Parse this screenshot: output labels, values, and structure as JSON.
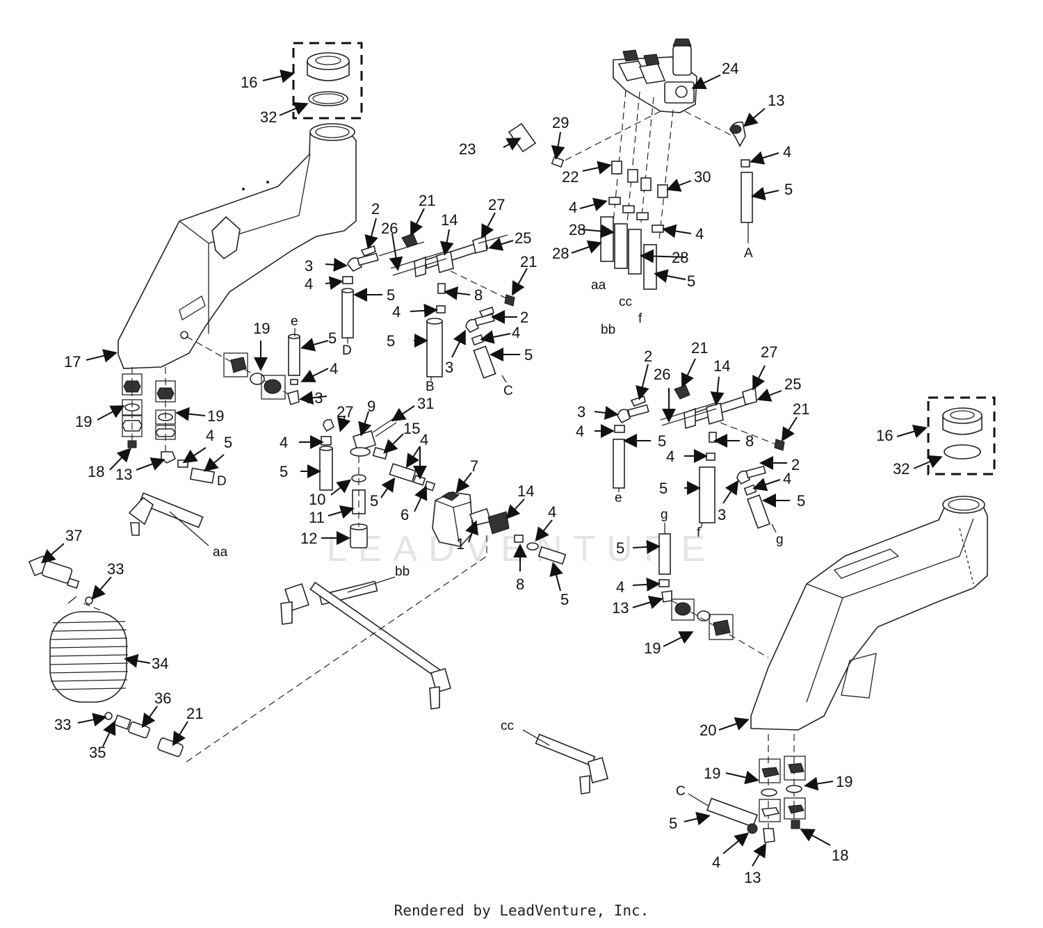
{
  "footer": {
    "text": "Rendered by LeadVenture, Inc."
  },
  "watermark": {
    "text": "LEADVENTURE"
  },
  "callouts": [
    "1",
    "2",
    "3",
    "4",
    "5",
    "6",
    "7",
    "8",
    "9",
    "10",
    "11",
    "12",
    "13",
    "14",
    "15",
    "16",
    "17",
    "18",
    "19",
    "20",
    "21",
    "22",
    "23",
    "24",
    "25",
    "26",
    "27",
    "28",
    "29",
    "30",
    "31",
    "32",
    "33",
    "34",
    "35",
    "36",
    "37"
  ],
  "connection_letters": [
    "A",
    "B",
    "C",
    "D",
    "e",
    "f",
    "g",
    "aa",
    "bb",
    "cc"
  ]
}
